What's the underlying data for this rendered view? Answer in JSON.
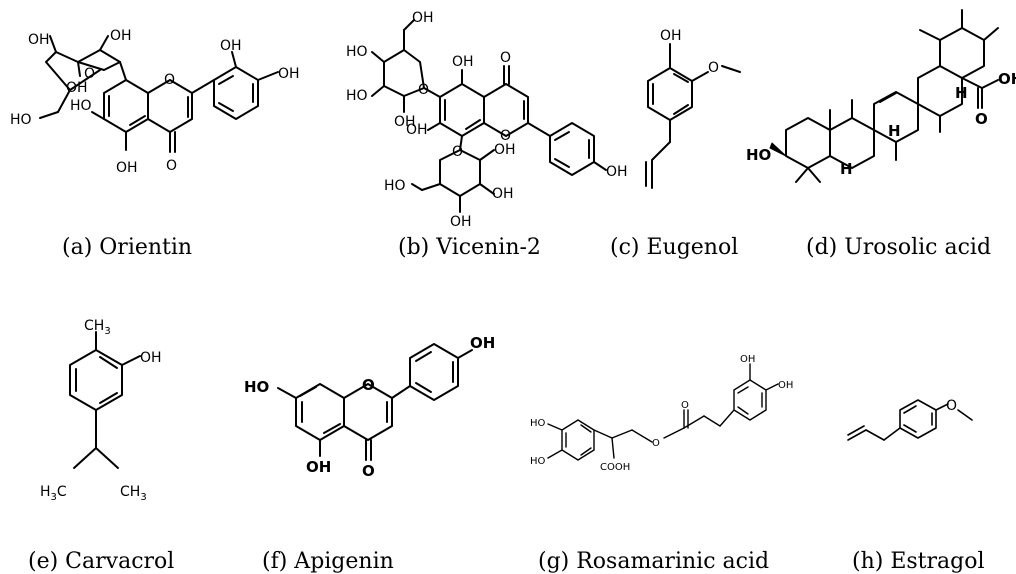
{
  "compounds": [
    {
      "id": "a",
      "caption": "(a) Orientin",
      "atoms": {
        "oh1": "OH",
        "oh2": "OH",
        "oh3": "OH",
        "oh4": "HO",
        "o_ring": "O",
        "oh5": "OH",
        "oh6": "OH",
        "oh7": "HO",
        "oh8": "OH",
        "o_pyran": "O",
        "o_keto": "O"
      }
    },
    {
      "id": "b",
      "caption": "(b) Vicenin-2",
      "atoms": {
        "oh1": "OH",
        "oh2": "HO",
        "oh3": "HO",
        "oh4": "OH",
        "o1": "O",
        "oh5": "OH",
        "o_keto": "O",
        "oh6": "OH",
        "o_pyran": "O",
        "oh7": "OH",
        "o2": "O",
        "oh8": "OH",
        "oh9": "HO",
        "oh10": "OH",
        "oh11": "OH"
      }
    },
    {
      "id": "c",
      "caption": "(c) Eugenol",
      "atoms": {
        "oh": "OH",
        "o": "O"
      }
    },
    {
      "id": "d",
      "caption": "(d) Urosolic acid",
      "atoms": {
        "oh": "OH",
        "o": "O",
        "ho": "HO",
        "h1": "H",
        "h2": "H",
        "h3": "H"
      }
    },
    {
      "id": "e",
      "caption": "(e) Carvacrol",
      "atoms": {
        "ch3": "CH",
        "ch3_sub": "3",
        "oh": "OH",
        "h3c": "H",
        "h3c_sub": "3",
        "h3c_c": "C",
        "ch3b": "CH",
        "ch3b_sub": "3"
      }
    },
    {
      "id": "f",
      "caption": "(f) Apigenin",
      "atoms": {
        "oh1": "OH",
        "ho": "HO",
        "o_pyran": "O",
        "oh2": "OH",
        "o_keto": "O"
      }
    },
    {
      "id": "g",
      "caption": "(g) Rosamarinic acid",
      "atoms": {
        "oh1": "OH",
        "oh2": "OH",
        "ho1": "HO",
        "ho2": "HO",
        "o_ester": "O",
        "o_keto": "O",
        "cooh": "COOH"
      }
    },
    {
      "id": "h",
      "caption": "(h) Estragol",
      "atoms": {
        "o": "O"
      }
    }
  ]
}
